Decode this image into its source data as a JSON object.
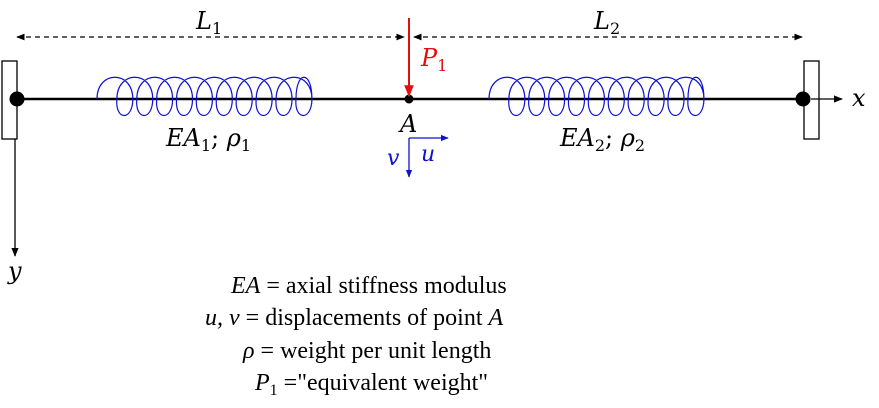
{
  "lengths": {
    "left": "L",
    "left_sub": "1",
    "right": "L",
    "right_sub": "2"
  },
  "load": {
    "label": "P",
    "sub": "1",
    "color": "#e01010"
  },
  "point": {
    "label": "A"
  },
  "axes": {
    "x": "x",
    "y": "y"
  },
  "displacements": {
    "v": "v",
    "u": "u",
    "color": "#1010d0"
  },
  "bars": {
    "left": {
      "ea": "EA",
      "ea_sub": "1",
      "sep": "; ",
      "rho": "ρ",
      "rho_sub": "1"
    },
    "right": {
      "ea": "EA",
      "ea_sub": "2",
      "sep": "; ",
      "rho": "ρ",
      "rho_sub": "2"
    }
  },
  "spring_color": "#1010d0",
  "legend": [
    {
      "sym": "EA",
      "text": " = axial stiffness modulus"
    },
    {
      "sym": "u, v",
      "text": " = displacements of point ",
      "tail": "A"
    },
    {
      "sym": "ρ",
      "text": " = weight per unit length"
    },
    {
      "sym": "P",
      "sub": "1",
      "text": " =\"equivalent weight\""
    }
  ]
}
